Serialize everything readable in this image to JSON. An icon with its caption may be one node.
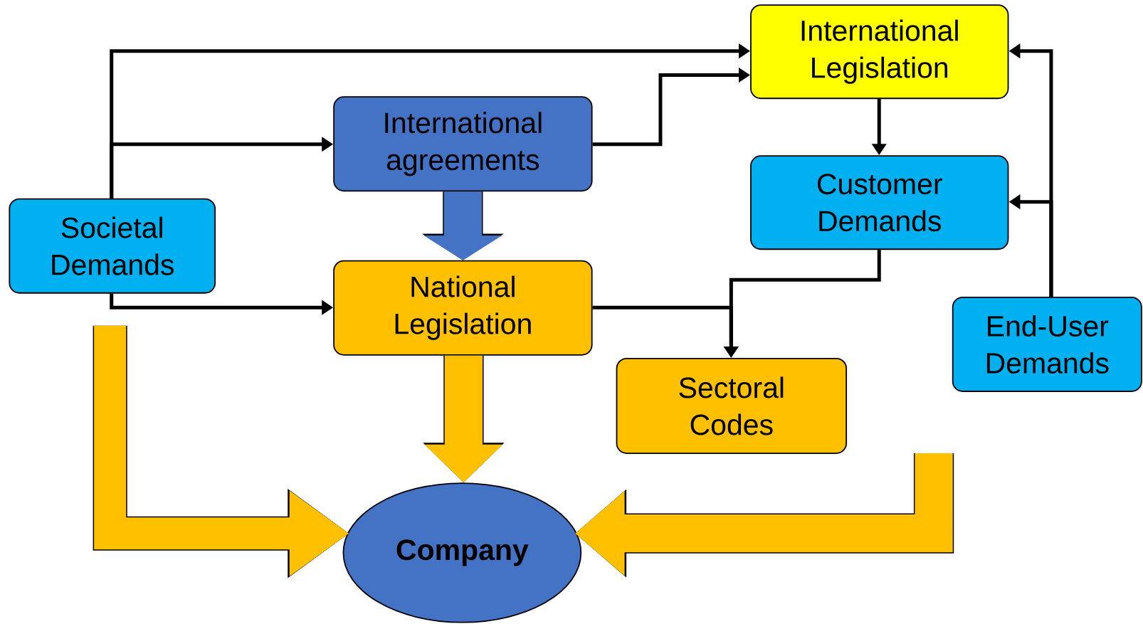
{
  "diagram": {
    "nodes": [
      {
        "text": [
          "International Legislation"
        ]
      },
      {
        "text": [
          "International agreements"
        ]
      },
      {
        "text": [
          "Customer Demands"
        ]
      },
      {
        "text": [
          "Societal Demands"
        ]
      },
      {
        "text": [
          "National Legislation"
        ]
      },
      {
        "text": [
          "End-User Demands"
        ]
      },
      {
        "text": [
          "Sectoral Codes"
        ]
      },
      {
        "text": [
          "Company"
        ]
      }
    ],
    "edges": [
      {
        "from": 3,
        "to": 0,
        "arrow": "to"
      },
      {
        "from": 3,
        "to": 1,
        "arrow": "to"
      },
      {
        "from": 1,
        "to": 0,
        "arrow": "to"
      },
      {
        "from": 1,
        "to": 4,
        "arrow": "to",
        "style": "thick",
        "color": "#4472c4"
      },
      {
        "from": 3,
        "to": 4,
        "arrow": "to"
      },
      {
        "from": 0,
        "to": 2,
        "arrow": "to"
      },
      {
        "from": 5,
        "to": 0,
        "arrow": "to"
      },
      {
        "from": 5,
        "to": 2,
        "arrow": "to"
      },
      {
        "from": 2,
        "to": 6,
        "arrow": "to"
      },
      {
        "from": 4,
        "to": 6,
        "arrow": "to"
      },
      {
        "from": 4,
        "to": 7,
        "arrow": "to",
        "style": "thick",
        "color": "#ffc000"
      },
      {
        "from": null,
        "to": 7,
        "arrow": "to",
        "style": "thick",
        "color": "#ffc000"
      },
      {
        "from": null,
        "to": 7,
        "arrow": "to",
        "style": "thick",
        "color": "#ffc000"
      }
    ]
  }
}
